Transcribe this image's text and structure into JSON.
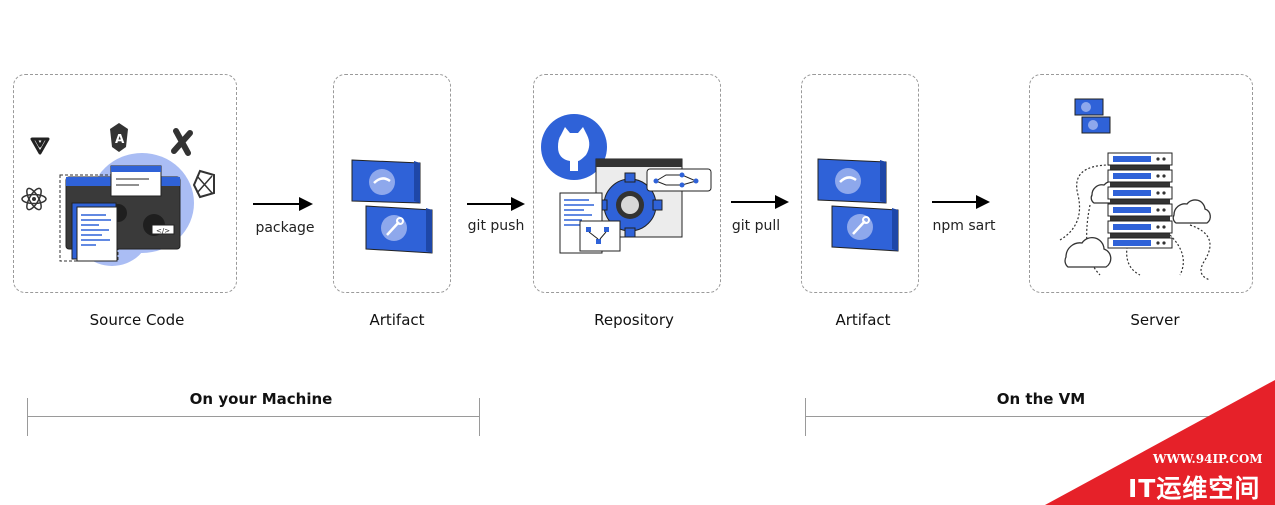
{
  "nodes": {
    "source": "Source Code",
    "artifact1": "Artifact",
    "repository": "Repository",
    "artifact2": "Artifact",
    "server": "Server"
  },
  "edges": {
    "e1": "package",
    "e2": "git push",
    "e3": "git pull",
    "e4": "npm sart"
  },
  "groups": {
    "machine": "On your Machine",
    "vm": "On the VM"
  },
  "watermark": {
    "url": "WWW.94IP.COM",
    "name": "IT运维空间"
  },
  "colors": {
    "brand_blue": "#2f62d8",
    "dark": "#2d2d2d",
    "watermark_red": "#e62129"
  }
}
